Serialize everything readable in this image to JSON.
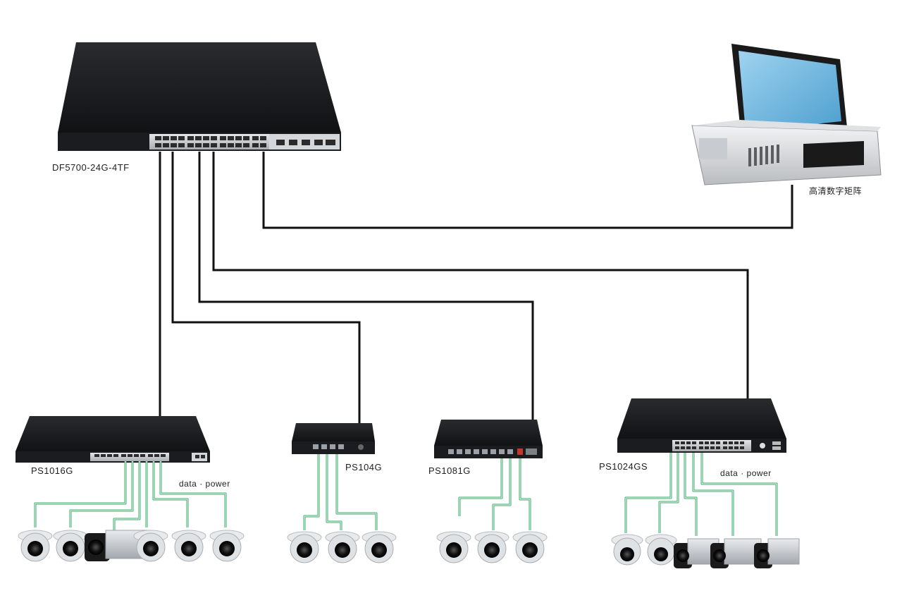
{
  "core_switch": {
    "model": "DF5700-24G-4TF"
  },
  "matrix": {
    "label": "高清数字矩阵"
  },
  "access_switches": [
    {
      "model": "PS1016G",
      "link_label": "data · power"
    },
    {
      "model": "PS104G",
      "link_label": ""
    },
    {
      "model": "PS1081G",
      "link_label": ""
    },
    {
      "model": "PS1024GS",
      "link_label": "data · power"
    }
  ],
  "colors": {
    "uplink": "#111111",
    "poe_link": "#3aa86a",
    "device_body": "#1e1f22",
    "port_panel": "#c9ccd0",
    "monitor_screen": "#6fb8e0"
  },
  "icons": [
    "switch-icon",
    "monitor-icon",
    "dome-camera-icon",
    "box-camera-icon"
  ]
}
